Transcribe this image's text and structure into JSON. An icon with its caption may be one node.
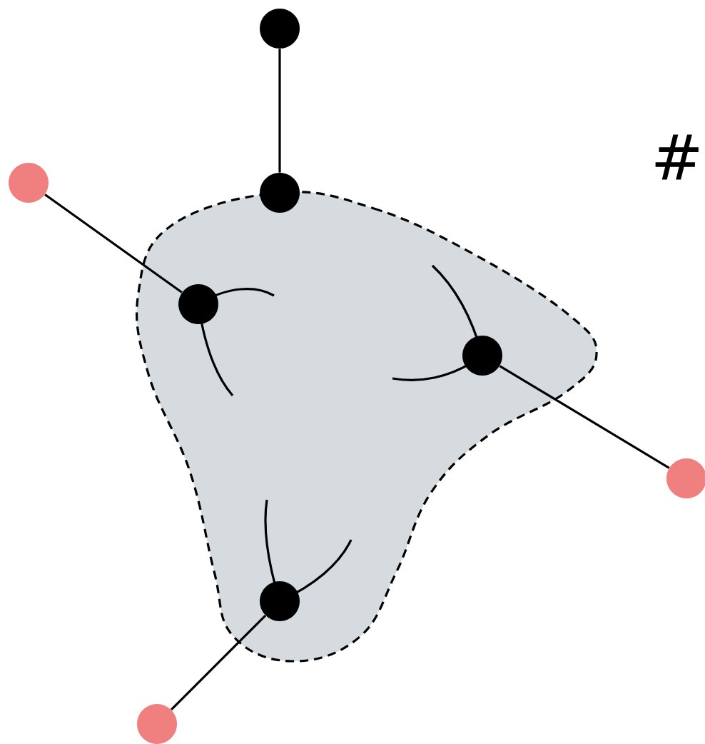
{
  "diagram": {
    "nodes": [
      {
        "text": [],
        "shape": "blob"
      },
      {
        "text": [],
        "shape": "circle"
      },
      {
        "text": [],
        "shape": "circle"
      },
      {
        "text": [],
        "shape": "circle"
      },
      {
        "text": [],
        "shape": "circle",
        "in": 0
      },
      {
        "text": [],
        "shape": "circle",
        "in": 0
      },
      {
        "text": [],
        "shape": "circle"
      },
      {
        "text": [],
        "shape": "circle",
        "in": 0
      },
      {
        "text": [],
        "shape": "circle"
      }
    ],
    "edges": [
      {
        "from": 1,
        "to": 2,
        "arrow": "none"
      },
      {
        "from": 3,
        "to": 4,
        "arrow": "none"
      },
      {
        "from": 5,
        "to": 6,
        "arrow": "none"
      },
      {
        "from": 7,
        "to": 8,
        "arrow": "none"
      }
    ],
    "labels": [
      "#"
    ]
  }
}
